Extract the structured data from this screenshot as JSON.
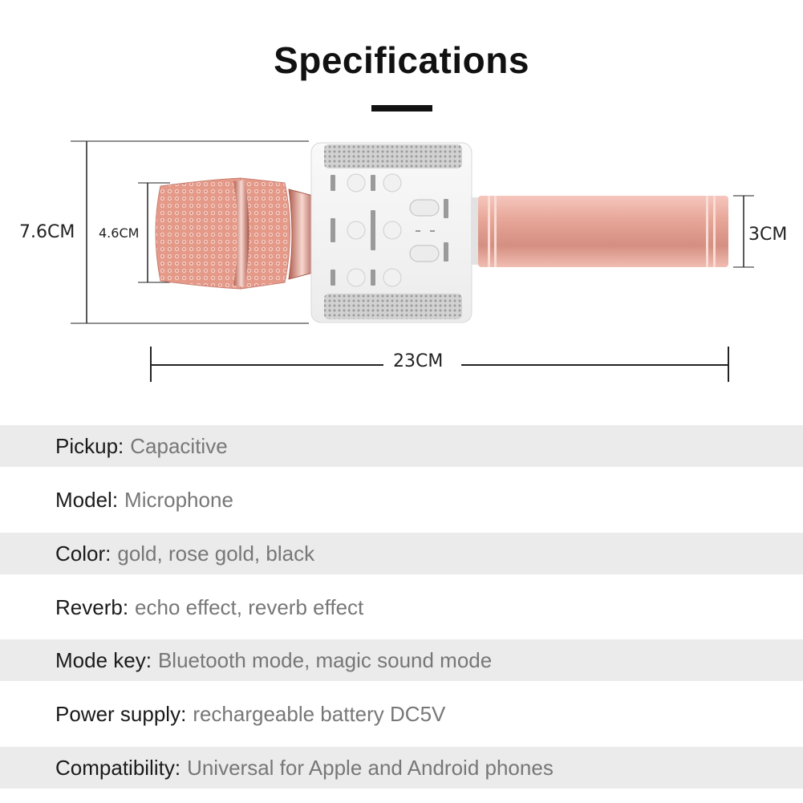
{
  "title": "Specifications",
  "dimensions": {
    "height_outer": "7.6CM",
    "height_head": "4.6CM",
    "handle_diameter": "3CM",
    "length": "23CM"
  },
  "colors": {
    "rose_gold": "#e8a79a",
    "rose_gold_dark": "#b96c5f",
    "body_white": "#f4f4f4",
    "grille_silver": "#c8c8c8",
    "row_shade": "#ebebeb",
    "value_gray": "#777777"
  },
  "specs": [
    {
      "label": "Pickup:",
      "value": "Capacitive"
    },
    {
      "label": "Model:",
      "value": "Microphone"
    },
    {
      "label": "Color:",
      "value": "gold, rose gold, black"
    },
    {
      "label": "Reverb:",
      "value": "echo effect, reverb effect"
    },
    {
      "label": "Mode key:",
      "value": "Bluetooth mode, magic sound mode"
    },
    {
      "label": "Power supply:",
      "value": "rechargeable battery DC5V"
    },
    {
      "label": "Compatibility:",
      "value": "Universal for Apple and Android phones"
    }
  ]
}
